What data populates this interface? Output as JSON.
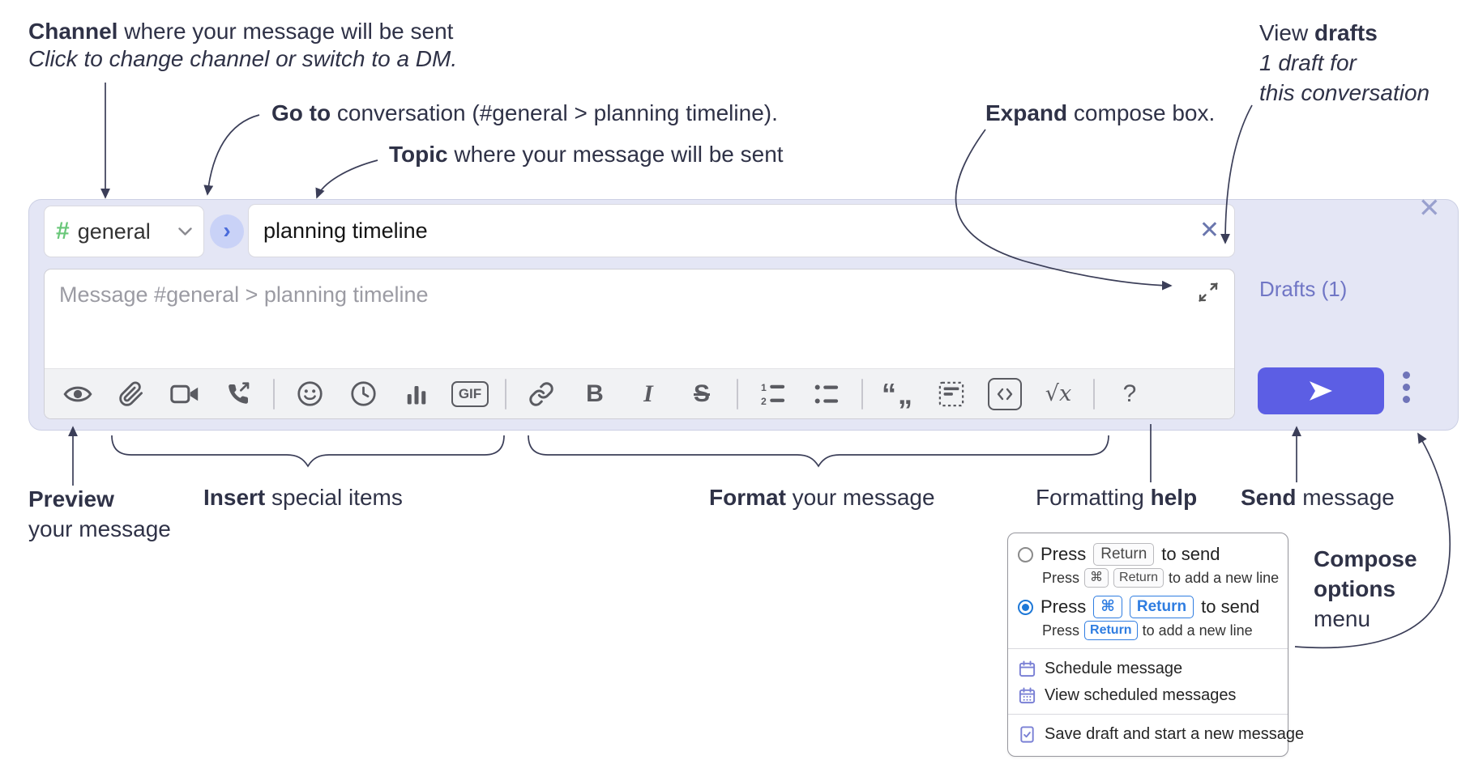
{
  "annotations": {
    "channel": {
      "lead": "Channel",
      "rest": " where your message will be sent",
      "sub": "Click to change channel or switch to a DM."
    },
    "go_to": {
      "lead": "Go to",
      "rest": " conversation (#general > planning timeline)."
    },
    "topic": {
      "lead": "Topic",
      "rest": " where your message will be sent"
    },
    "expand": {
      "lead": "Expand",
      "rest": " compose box."
    },
    "view_drafts": {
      "pre": "View ",
      "lead": "drafts",
      "sub1": "1 draft for",
      "sub2": "this conversation"
    },
    "preview": {
      "lead": "Preview",
      "sub": "your message"
    },
    "insert": {
      "lead": "Insert",
      "rest": " special items"
    },
    "format": {
      "lead": "Format",
      "rest": " your message"
    },
    "formatting_help": {
      "pre": "Formatting ",
      "lead": "help"
    },
    "send": {
      "lead": "Send",
      "rest": " message"
    },
    "compose_options": {
      "l1": "Compose",
      "l2": "options",
      "l3": "menu"
    }
  },
  "compose": {
    "channel_hash": "#",
    "channel_name": "general",
    "circle_chevron": "›",
    "topic_value": "planning timeline",
    "topic_clear_icon": "✕",
    "close_icon": "✕",
    "message_placeholder": "Message #general > planning timeline",
    "drafts_label": "Drafts (1)",
    "toolbar": {
      "gif": "GIF",
      "bold": "B",
      "italic": "I",
      "strike": "S",
      "quote": "“„",
      "math": "√x",
      "help": "?"
    }
  },
  "compose_options_menu": {
    "option_return": {
      "press": "Press",
      "key": "Return",
      "suffix": "to send",
      "sub_press": "Press",
      "sub_key1": "⌘",
      "sub_key2": "Return",
      "sub_suffix": "to add a new line"
    },
    "option_cmd_return": {
      "press": "Press",
      "key1": "⌘",
      "key2": "Return",
      "suffix": "to send",
      "sub_press": "Press",
      "sub_key": "Return",
      "sub_suffix": "to add a new line"
    },
    "items": [
      "Schedule message",
      "View scheduled messages",
      "Save draft and start a new message"
    ]
  },
  "colors": {
    "compose_bg": "#e4e6f5",
    "accent_send": "#5c5ee4",
    "link_purple": "#7076c5",
    "hash_green": "#69c779",
    "circle_btn_bg": "#c9d2f7",
    "circle_btn_arrow": "#4a6bdb",
    "radio_selected": "#1e78d7",
    "kbd_blue": "#2f7de1",
    "menu_icon_purple": "#7a80d5",
    "annotation_ink": "#2f3247",
    "arrow_ink": "#3b3e58"
  }
}
